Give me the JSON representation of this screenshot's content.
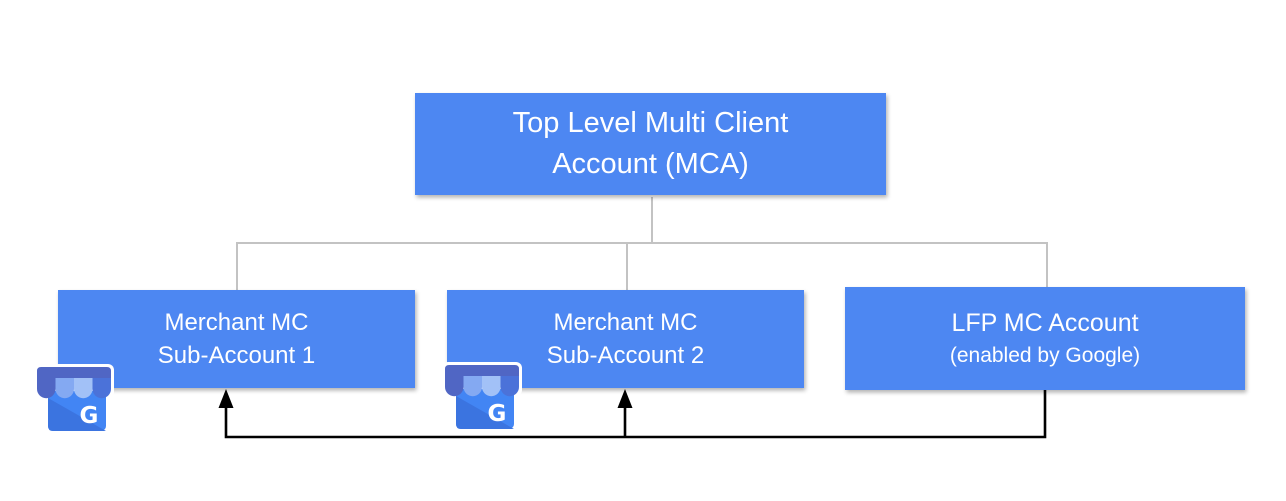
{
  "diagram": {
    "background_color": "#ffffff",
    "node_fill_color": "#4d87f2",
    "node_text_color": "#ffffff",
    "connector_color": "#c3c3c3",
    "arrow_color": "#000000",
    "nodes": [
      {
        "id": "top-mca",
        "lines": [
          "Top Level Multi Client",
          "Account (MCA)"
        ]
      },
      {
        "id": "merchant-sub-1",
        "lines": [
          "Merchant MC",
          "Sub-Account 1"
        ]
      },
      {
        "id": "merchant-sub-2",
        "lines": [
          "Merchant MC",
          "Sub-Account 2"
        ]
      },
      {
        "id": "lfp-mc-account",
        "lines": [
          "LFP MC Account",
          "(enabled by Google)"
        ]
      }
    ],
    "connections": {
      "tree": "top-mca -> merchant-sub-1, merchant-sub-2, lfp-mc-account",
      "arrows": "lfp-mc-account -> merchant-sub-1, merchant-sub-2"
    },
    "icons": [
      {
        "name": "google-my-business-icon",
        "attached_to": "merchant-sub-1",
        "letter": "G"
      },
      {
        "name": "google-my-business-icon",
        "attached_to": "merchant-sub-2",
        "letter": "G"
      }
    ],
    "icon_colors": {
      "body": "#4285f4",
      "fold": "#3b74e0",
      "awning_bar": "#5066c4",
      "flap_1": "#5066c4",
      "flap_2": "#84a9f2",
      "flap_3": "#a2c1f7",
      "flap_4": "#4b72d9",
      "letter": "#ffffff"
    }
  }
}
